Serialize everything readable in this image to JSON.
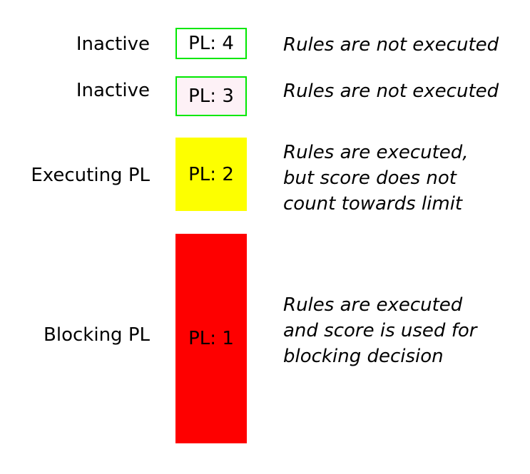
{
  "diagram": {
    "rows": [
      {
        "label": "Inactive",
        "box_label": "PL: 4",
        "description": "Rules are not executed"
      },
      {
        "label": "Inactive",
        "box_label": "PL: 3",
        "description": "Rules are not executed"
      },
      {
        "label": "Executing PL",
        "box_label": "PL: 2",
        "description": "Rules are executed,\nbut score does not\ncount towards limit"
      },
      {
        "label": "Blocking PL",
        "box_label": "PL: 1",
        "description": "Rules are executed\nand score is used for\nblocking decision"
      }
    ],
    "colors": {
      "inactive_border_green": "#00e800",
      "pl4_box_bg": "#ffffff",
      "pl3_box_bg": "#fdf1f6",
      "pl2_box_bg": "#fdff00",
      "pl1_box_bg": "#fe0000",
      "text": "#000000"
    }
  }
}
